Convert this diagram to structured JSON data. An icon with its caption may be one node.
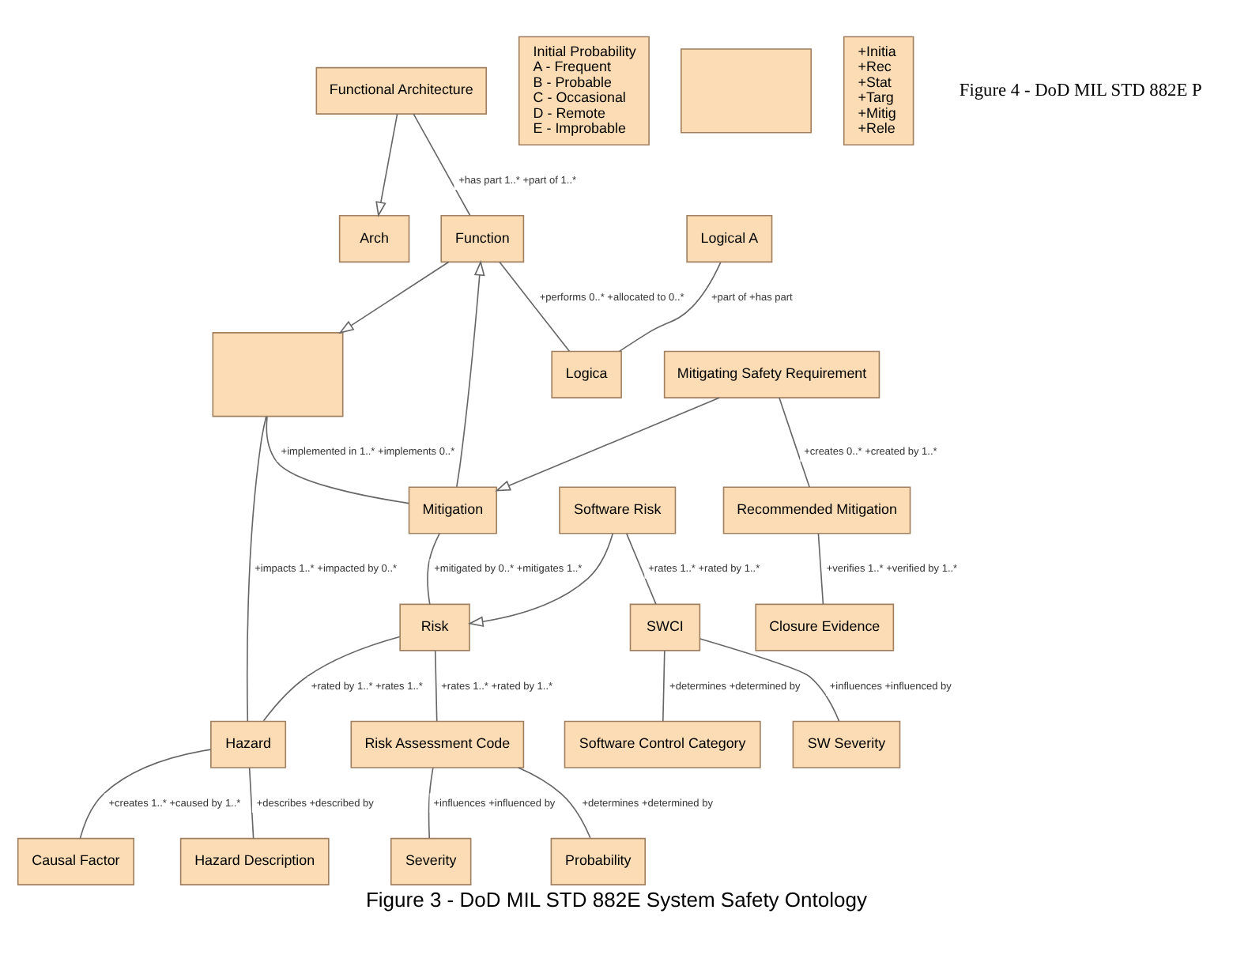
{
  "diagram": {
    "caption": "Figure 3 - DoD MIL STD 882E System Safety Ontology",
    "nodes": [
      {
        "text": [
          "Arch"
        ]
      },
      {
        "text": [
          "Functional Architecture"
        ]
      },
      {
        "text": [
          "Logical A"
        ]
      },
      {
        "text": [
          "Function"
        ]
      },
      {
        "text": [
          "Logica"
        ]
      },
      {
        "text": [],
        "shape": "box"
      },
      {
        "text": [
          "Mitigation"
        ]
      },
      {
        "text": [
          "Risk"
        ]
      },
      {
        "text": [
          "Hazard"
        ]
      },
      {
        "text": [
          "Mitigating Safety Requirement"
        ]
      },
      {
        "text": [
          "Risk Assessment Code"
        ]
      },
      {
        "text": [
          "Software Risk"
        ]
      },
      {
        "text": [
          "Causal Factor"
        ]
      },
      {
        "text": [
          "Hazard Description"
        ]
      },
      {
        "text": [
          "Recommended Mitigation"
        ]
      },
      {
        "text": [
          "Severity"
        ]
      },
      {
        "text": [
          "Probability"
        ]
      },
      {
        "text": [
          "SWCI"
        ]
      },
      {
        "text": [
          "SW Severity"
        ]
      },
      {
        "text": [
          "Software Control Category"
        ]
      },
      {
        "text": [
          "Closure Evidence"
        ]
      },
      {
        "text": [
          "Initial Probability",
          "A - Frequent",
          "B - Probable",
          "C - Occasional",
          "D - Remote",
          "E - Improbable"
        ]
      },
      {
        "text": [],
        "shape": "box"
      },
      {
        "text": [
          "+Initia",
          "+Rec",
          "+Stat",
          "+Targ",
          "+Mitig",
          "+Rele"
        ]
      }
    ],
    "edges": [
      {
        "from": 1,
        "to": 0,
        "arrow": "to"
      },
      {
        "from": 1,
        "to": 3,
        "arrow": "none",
        "label": "+has part 1..* +part of 1..*"
      },
      {
        "from": 3,
        "to": 4,
        "arrow": "none",
        "label": "+performs 0..* +allocated to 0..*"
      },
      {
        "from": 2,
        "to": 4,
        "arrow": "none",
        "label": "+part of +has part"
      },
      {
        "from": 6,
        "to": 3,
        "arrow": "to"
      },
      {
        "from": 3,
        "to": 5,
        "arrow": "to"
      },
      {
        "from": 5,
        "to": 6,
        "arrow": "none",
        "label": "+implemented in 1..* +implements 0..*"
      },
      {
        "from": 6,
        "to": 7,
        "arrow": "none",
        "label": "+mitigated by 0..* +mitigates 1..*"
      },
      {
        "from": 9,
        "to": 6,
        "arrow": "to"
      },
      {
        "from": 9,
        "to": 14,
        "arrow": "none",
        "label": "+creates 0..* +created by 1..*"
      },
      {
        "from": 14,
        "to": 20,
        "arrow": "none",
        "label": "+verifies 1..* +verified by 1..*"
      },
      {
        "from": 7,
        "to": 10,
        "arrow": "none",
        "label": "+rates 1..* +rated by 1..*"
      },
      {
        "from": 10,
        "to": 16,
        "arrow": "none",
        "label": "+determines +determined by"
      },
      {
        "from": 10,
        "to": 15,
        "arrow": "none",
        "label": "+influences +influenced by"
      },
      {
        "from": 7,
        "to": 8,
        "arrow": "none",
        "label": "+rated by 1..* +rates 1..*"
      },
      {
        "from": 11,
        "to": 7,
        "arrow": "to"
      },
      {
        "from": 5,
        "to": 8,
        "arrow": "none",
        "label": "+impacts 1..* +impacted by 0..*"
      },
      {
        "from": 8,
        "to": 12,
        "arrow": "none",
        "label": "+creates 1..* +caused by 1..*"
      },
      {
        "from": 8,
        "to": 13,
        "arrow": "none",
        "label": "+describes +described by"
      },
      {
        "from": 11,
        "to": 17,
        "arrow": "none",
        "label": "+rates 1..* +rated by 1..*"
      },
      {
        "from": 17,
        "to": 18,
        "arrow": "none",
        "label": "+influences +influenced by"
      },
      {
        "from": 17,
        "to": 19,
        "arrow": "none",
        "label": "+determines +determined by"
      }
    ],
    "labels": [
      "Figure 4 - DoD MIL STD 882E P"
    ]
  }
}
